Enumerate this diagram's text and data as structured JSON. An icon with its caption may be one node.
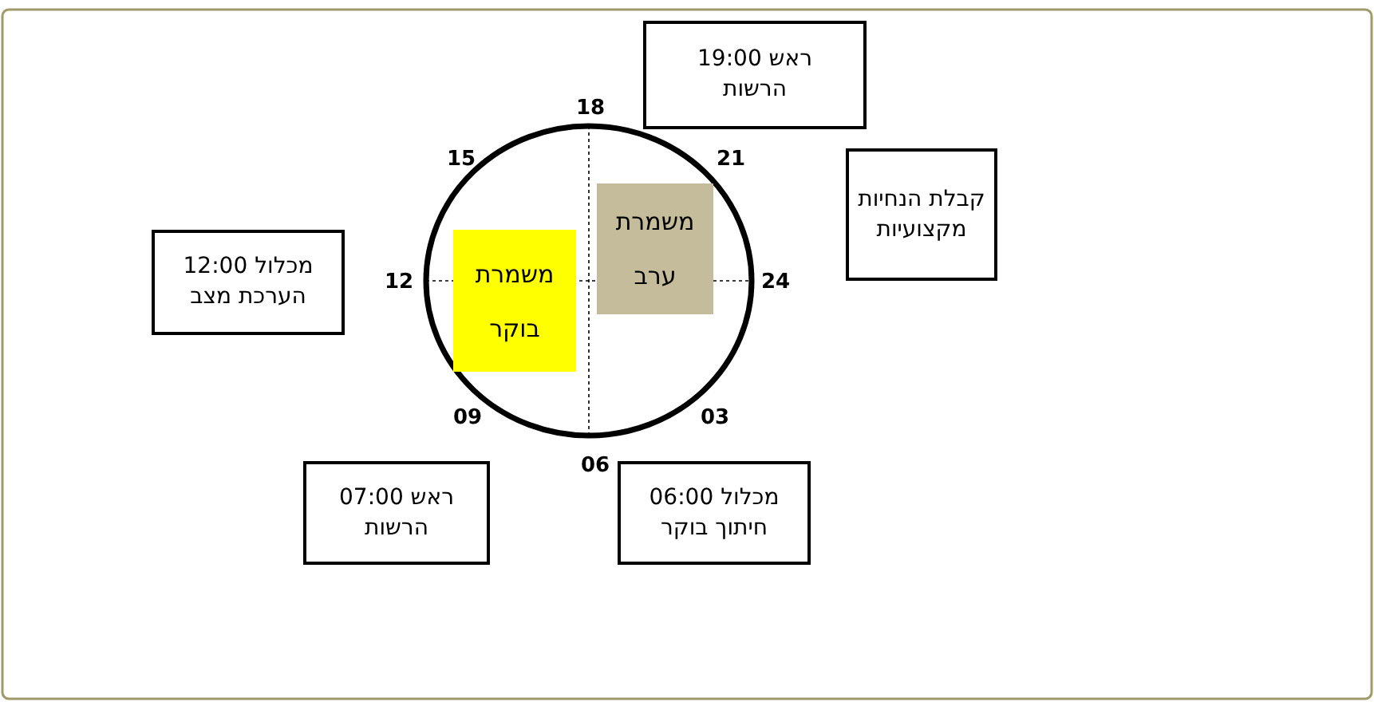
{
  "diagram": {
    "nodes": [
      {
        "text": [
          "ראש 19:00 הרשות"
        ]
      },
      {
        "text": [
          "קבלת הנחיות מקצועיות"
        ]
      },
      {
        "text": [
          "מכלול 12:00 הערכת מצב"
        ]
      },
      {
        "text": [
          "משמרת בוקר"
        ]
      },
      {
        "text": [
          "משמרת ערב"
        ]
      },
      {
        "text": [
          "ראש 07:00 הרשות"
        ]
      },
      {
        "text": [
          "מכלול 06:00 חיתוך בוקר"
        ]
      }
    ],
    "labels": [
      "18",
      "15",
      "21",
      "12",
      "24",
      "09",
      "03",
      "06"
    ]
  }
}
